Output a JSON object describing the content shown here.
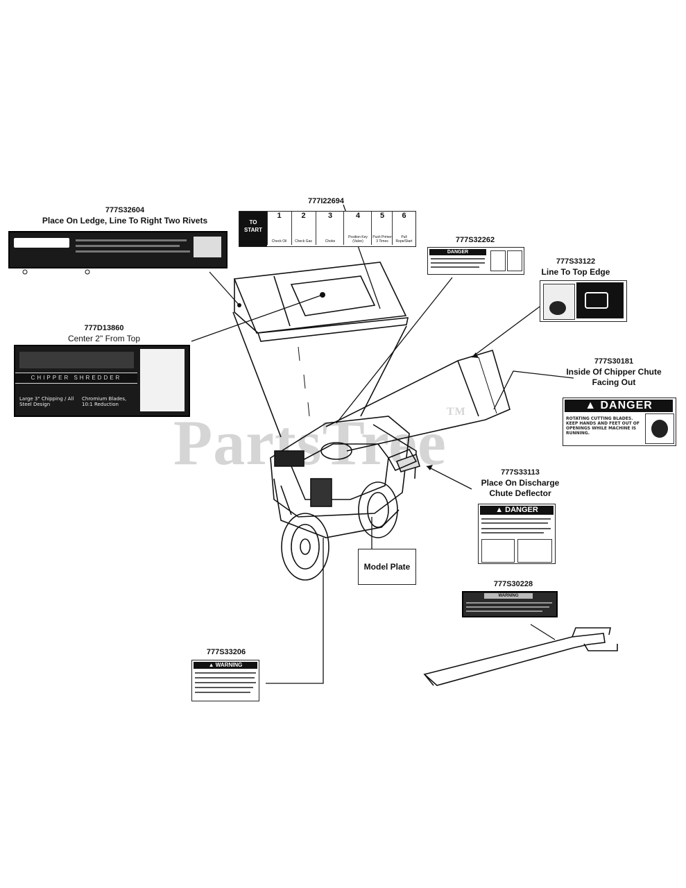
{
  "watermark": {
    "text": "PartsTree",
    "tm": "TM"
  },
  "parts": {
    "p1": {
      "number": "777S32604",
      "note": "Place On Ledge, Line To Right Two Rivets"
    },
    "p2": {
      "number": "777I22694"
    },
    "p3": {
      "number": "777S32262"
    },
    "p4": {
      "number": "777S33122",
      "note": "Line To Top Edge"
    },
    "p5": {
      "number": "777D13860",
      "note": "Center 2\" From Top"
    },
    "p6": {
      "number": "777S30181",
      "note_line1": "Inside Of Chipper Chute",
      "note_line2": "Facing Out"
    },
    "p7": {
      "number": "777S33113",
      "note_line1": "Place On Discharge",
      "note_line2": "Chute Deflector"
    },
    "p8": {
      "number": "777S30228"
    },
    "p9": {
      "number": "777S33206"
    }
  },
  "decals": {
    "start_steps": {
      "badge_line1": "TO",
      "badge_line2": "START",
      "steps": [
        {
          "num": "1",
          "caption": "Check Oil"
        },
        {
          "num": "2",
          "caption": "Check Gas"
        },
        {
          "num": "3",
          "caption": "Choke"
        },
        {
          "num": "4",
          "caption": "Position Key (Valve)"
        },
        {
          "num": "5",
          "caption": "Push Primer 3 Times"
        },
        {
          "num": "6",
          "caption": "Pull Rope/Start"
        }
      ]
    },
    "chipper_shredder": {
      "band_text": "CHIPPER SHREDDER",
      "feature_left": "Large 3\" Chipping / All Steel Design",
      "feature_right": "Chromium Blades, 10:1 Reduction"
    },
    "danger_chute": {
      "header": "DANGER",
      "body": "ROTATING CUTTING BLADES. KEEP HANDS AND FEET OUT OF OPENINGS WHILE MACHINE IS RUNNING."
    },
    "danger_deflector": {
      "header": "DANGER"
    },
    "danger_small": {
      "header": "DANGER"
    },
    "warning_tube": {
      "header": "WARNING"
    },
    "warning_frame": {
      "header": "WARNING"
    }
  },
  "callouts": {
    "model_plate": "Model Plate"
  },
  "colors": {
    "ink": "#111111",
    "watermark": "#c7c7c7",
    "decal_dark": "#1a1a1a"
  }
}
